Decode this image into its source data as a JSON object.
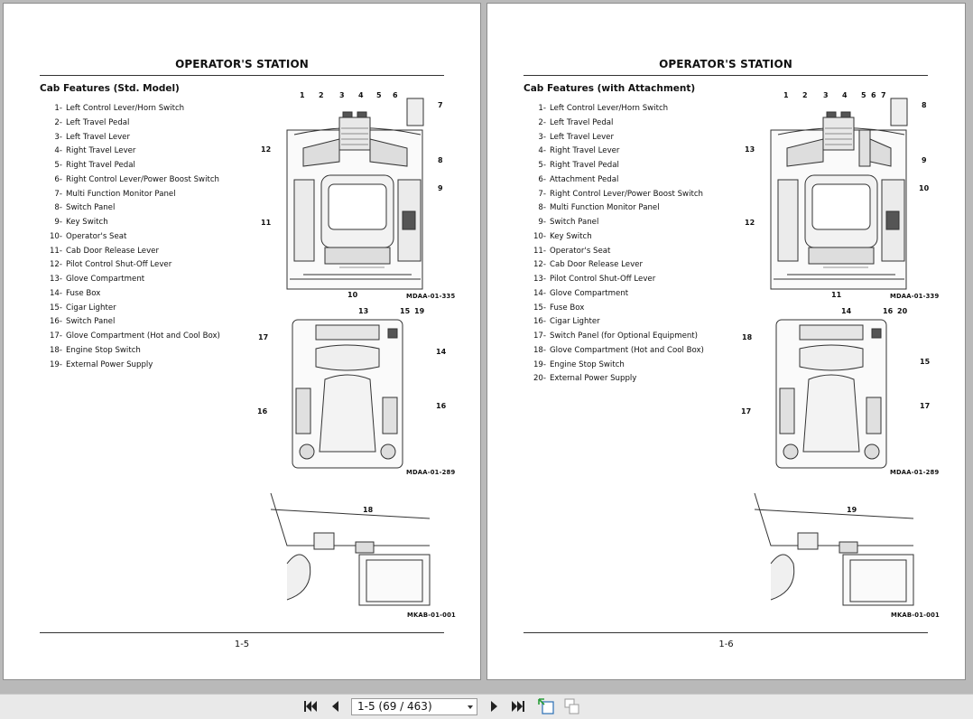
{
  "left_page": {
    "header": "OPERATOR'S STATION",
    "section_title": "Cab Features (Std. Model)",
    "items": [
      {
        "num": "1-",
        "label": "Left Control Lever/Horn Switch"
      },
      {
        "num": "2-",
        "label": "Left Travel Pedal"
      },
      {
        "num": "3-",
        "label": "Left Travel Lever"
      },
      {
        "num": "4-",
        "label": "Right Travel Lever"
      },
      {
        "num": "5-",
        "label": "Right Travel Pedal"
      },
      {
        "num": "6-",
        "label": "Right Control Lever/Power Boost Switch"
      },
      {
        "num": "7-",
        "label": "Multi Function Monitor Panel"
      },
      {
        "num": "8-",
        "label": "Switch Panel"
      },
      {
        "num": "9-",
        "label": "Key Switch"
      },
      {
        "num": "10-",
        "label": "Operator's Seat"
      },
      {
        "num": "11-",
        "label": "Cab Door Release Lever"
      },
      {
        "num": "12-",
        "label": "Pilot Control Shut-Off Lever"
      },
      {
        "num": "13-",
        "label": "Glove Compartment"
      },
      {
        "num": "14-",
        "label": "Fuse Box"
      },
      {
        "num": "15-",
        "label": "Cigar Lighter"
      },
      {
        "num": "16-",
        "label": "Switch Panel"
      },
      {
        "num": "17-",
        "label": "Glove Compartment (Hot and Cool Box)"
      },
      {
        "num": "18-",
        "label": "Engine Stop Switch"
      },
      {
        "num": "19-",
        "label": "External Power Supply"
      }
    ],
    "fig1": {
      "code": "MDAA-01-335",
      "callouts": {
        "c1": "1",
        "c2": "2",
        "c3": "3",
        "c4": "4",
        "c5": "5",
        "c6": "6",
        "c7": "7",
        "c8": "8",
        "c9": "9",
        "c10": "10",
        "c11": "11",
        "c12": "12"
      }
    },
    "fig2": {
      "code": "MDAA-01-289",
      "callouts": {
        "a": "13",
        "b": "15",
        "c": "19",
        "d": "17",
        "e": "14",
        "f": "16",
        "g": "16"
      }
    },
    "fig3": {
      "code": "MKAB-01-001",
      "callout": "18"
    },
    "page_number": "1-5"
  },
  "right_page": {
    "header": "OPERATOR'S STATION",
    "section_title": "Cab Features (with Attachment)",
    "items": [
      {
        "num": "1-",
        "label": "Left Control Lever/Horn Switch"
      },
      {
        "num": "2-",
        "label": "Left Travel Pedal"
      },
      {
        "num": "3-",
        "label": "Left Travel Lever"
      },
      {
        "num": "4-",
        "label": "Right Travel Lever"
      },
      {
        "num": "5-",
        "label": "Right Travel Pedal"
      },
      {
        "num": "6-",
        "label": "Attachment Pedal"
      },
      {
        "num": "7-",
        "label": "Right Control Lever/Power Boost Switch"
      },
      {
        "num": "8-",
        "label": "Multi Function Monitor Panel"
      },
      {
        "num": "9-",
        "label": "Switch Panel"
      },
      {
        "num": "10-",
        "label": "Key Switch"
      },
      {
        "num": "11-",
        "label": "Operator's Seat"
      },
      {
        "num": "12-",
        "label": "Cab Door Release Lever"
      },
      {
        "num": "13-",
        "label": "Pilot Control Shut-Off Lever"
      },
      {
        "num": "14-",
        "label": "Glove Compartment"
      },
      {
        "num": "15-",
        "label": "Fuse Box"
      },
      {
        "num": "16-",
        "label": "Cigar Lighter"
      },
      {
        "num": "17-",
        "label": "Switch Panel (for Optional Equipment)"
      },
      {
        "num": "18-",
        "label": "Glove Compartment (Hot and Cool Box)"
      },
      {
        "num": "19-",
        "label": "Engine Stop Switch"
      },
      {
        "num": "20-",
        "label": "External Power Supply"
      }
    ],
    "fig1": {
      "code": "MDAA-01-339",
      "callouts": {
        "c1": "1",
        "c2": "2",
        "c3": "3",
        "c4": "4",
        "c5": "5",
        "c6": "6",
        "c7": "7",
        "c8": "8",
        "c9": "9",
        "c10": "10",
        "c11": "11",
        "c12": "12",
        "c13": "13"
      }
    },
    "fig2": {
      "code": "MDAA-01-289",
      "callouts": {
        "a": "14",
        "b": "16",
        "c": "20",
        "d": "18",
        "e": "15",
        "f": "17",
        "g": "17"
      }
    },
    "fig3": {
      "code": "MKAB-01-001",
      "callout": "19"
    },
    "page_number": "1-6"
  },
  "toolbar": {
    "page_indicator": "1-5 (69 / 463)",
    "icons": [
      "first-page-icon",
      "previous-page-icon",
      "next-page-icon",
      "last-page-icon",
      "fit-page-icon",
      "continuous-page-icon"
    ]
  }
}
